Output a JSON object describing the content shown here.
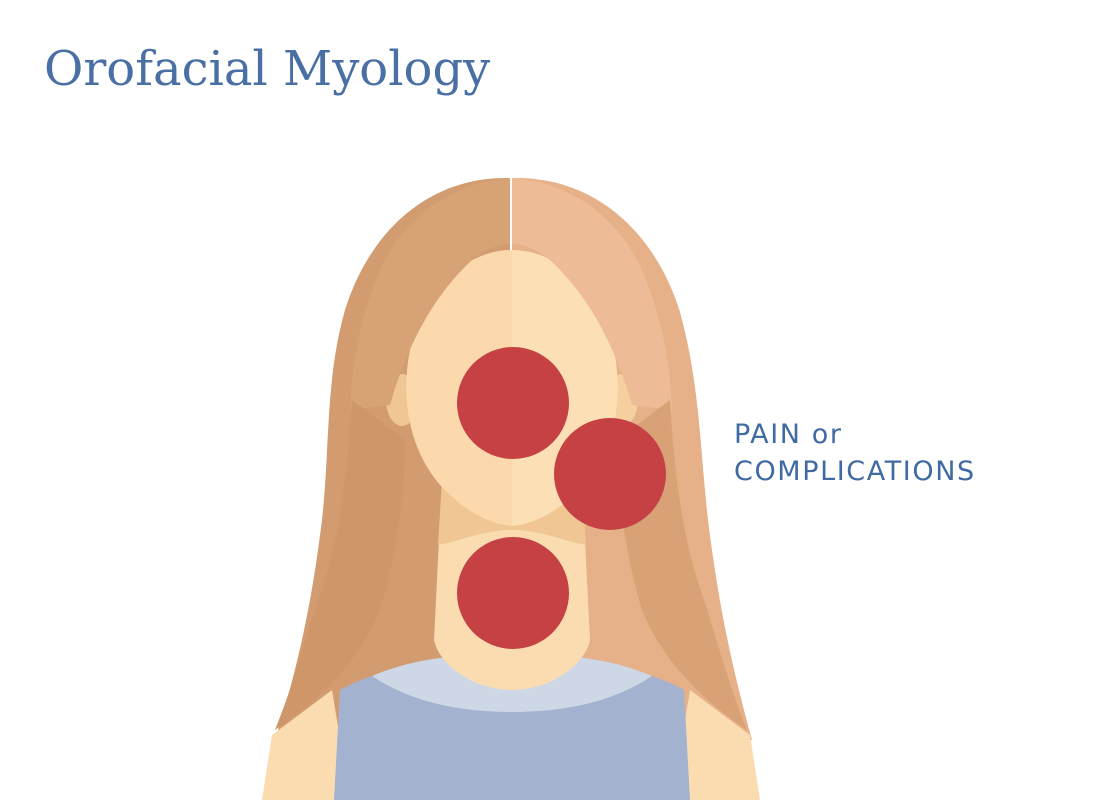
{
  "title": "Orofacial Myology",
  "label": {
    "line1": "PAIN or",
    "line2": "COMPLICATIONS"
  },
  "colors": {
    "title": "#4a6fa5",
    "label": "#3f6aa3",
    "hair_dark": "#d29b70",
    "hair_light": "#e9b690",
    "skin": "#fbdcb0",
    "skin_shadow": "#f0c694",
    "shirt": "#a2b2cf",
    "collar": "#cdd7e6",
    "pain_marker": "#c54144"
  },
  "icons": {
    "figure": "woman-with-pain-points-illustration"
  }
}
